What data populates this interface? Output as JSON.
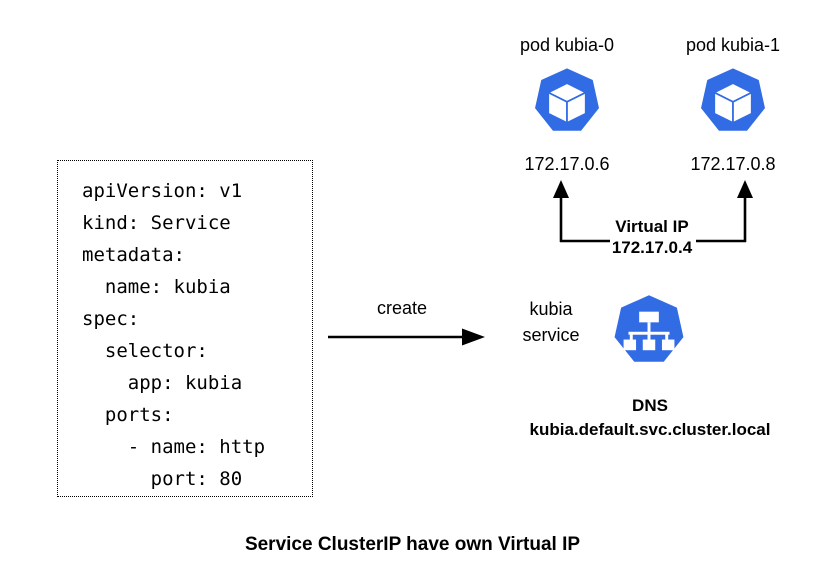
{
  "diagram": {
    "caption": "Service ClusterIP have own Virtual IP",
    "accent_color": "#326ce5",
    "line_color": "#000000",
    "background": "#ffffff"
  },
  "manifest": {
    "label": "service-manifest",
    "code": "apiVersion: v1\nkind: Service\nmetadata:\n  name: kubia\nspec:\n  selector:\n    app: kubia\n  ports:\n    - name: http\n      port: 80"
  },
  "create_edge": {
    "label": "create",
    "icon": "arrow-right-icon"
  },
  "pods": [
    {
      "title": "pod kubia-0",
      "ip": "172.17.0.6",
      "icon": "kubernetes-pod-icon"
    },
    {
      "title": "pod kubia-1",
      "ip": "172.17.0.8",
      "icon": "kubernetes-pod-icon"
    }
  ],
  "virtual_ip": {
    "title": "Virtual IP",
    "address": "172.17.0.4",
    "icon": "bracket-arrows-up-icon"
  },
  "service": {
    "name_line1": "kubia",
    "name_line2": "service",
    "icon": "kubernetes-service-icon",
    "dns_title": "DNS",
    "dns_name": "kubia.default.svc.cluster.local"
  }
}
